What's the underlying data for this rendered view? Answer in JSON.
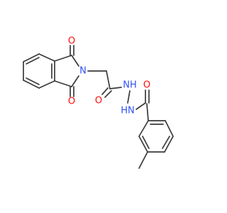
{
  "colors": {
    "bond": "#3a3a3a",
    "oxygen": "#ff0d0d",
    "nitrogen": "#3050f8"
  },
  "atom_labels": {
    "o_top": "O",
    "o_bottom": "O",
    "n_ring": "N",
    "o_amide": "O",
    "nh_upper": "NH",
    "hn_lower": "HN",
    "o_benzoyl": "O"
  }
}
